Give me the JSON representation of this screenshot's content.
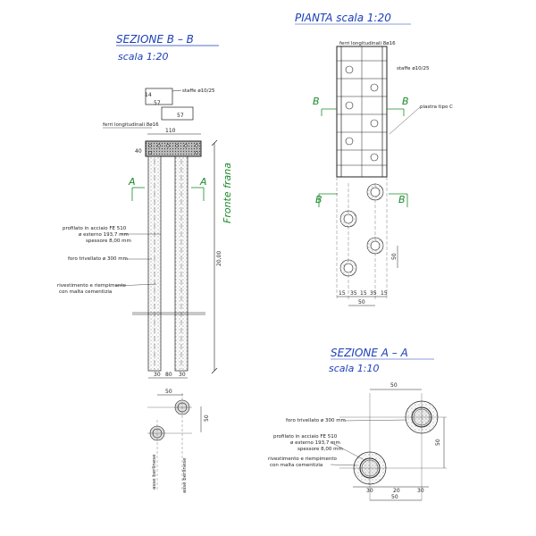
{
  "section_bb": {
    "title": "SEZIONE B – B",
    "scale": "scala 1:20",
    "stirrup_label": "staffe ø10/25",
    "stirrup_dims": [
      "14",
      "57",
      "57"
    ],
    "rebar_label": "ferri longitudinali 8ø16",
    "beam_width": "110",
    "beam_height": "40",
    "front_label": "Fronte frana",
    "length_dim": "20,00",
    "profile_label_1": "profilato in acciaio FE 510",
    "profile_label_2": "ø esterno 193,7 mm",
    "profile_label_3": "spessore 8,00 mm",
    "bore_label": "foro trivellato ø 300 mm",
    "lining_label_1": "rivestimento e riempimento",
    "lining_label_2": "con malta cementizia",
    "section_mark": "A",
    "bottom_dims": [
      "30",
      "80",
      "30"
    ]
  },
  "plan_small": {
    "dim_h": "50",
    "dim_v": "50",
    "axis_labels": [
      "asse berlinese",
      "asse berlinese"
    ]
  },
  "plan": {
    "title": "PIANTA scala 1:20",
    "rebar_label": "ferri longitudinali 8ø16",
    "stirrup_label": "staffe ø10/25",
    "section_mark": "B",
    "tie_label": "piastra tipo C",
    "dim_v": "50",
    "dim_h": "50",
    "bottom_dims": [
      "15",
      "35",
      "15",
      "35",
      "15"
    ]
  },
  "section_aa": {
    "title": "SEZIONE A – A",
    "scale": "scala 1:10",
    "bore_label": "foro trivellato ø 300 mm",
    "profile_label_1": "profilato in acciaio FE 510",
    "profile_label_2": "ø esterno 193,7 mm",
    "profile_label_3": "spessore 8,00 mm",
    "lining_label_1": "rivestimento e riempimento",
    "lining_label_2": "con malta cementizia",
    "dim_top": "50",
    "dim_right": "50",
    "bottom_dims": [
      "30",
      "20",
      "30"
    ],
    "dim_bottom": "50"
  },
  "colors": {
    "ink": "#222222",
    "title": "#1a3fb8",
    "section_mark": "#1a8a2a",
    "highlight": "#2a2a2a"
  }
}
